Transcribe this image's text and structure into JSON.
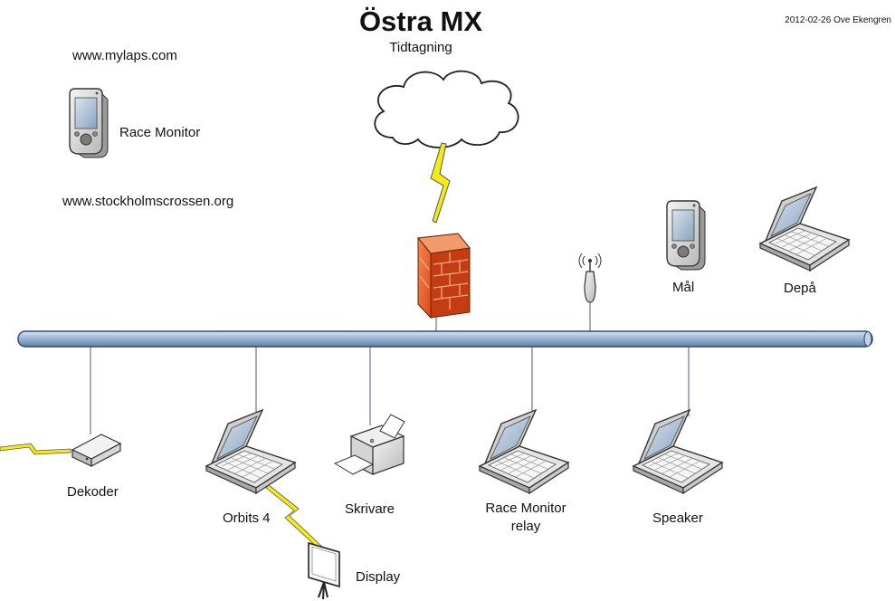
{
  "title": "Östra MX",
  "subtitle": "Tidtagning",
  "credit": "2012-02-26 Ove  Ekengren",
  "links": {
    "mylaps": "www.mylaps.com",
    "stockholmscrossen": "www.stockholmscrossen.org"
  },
  "nodes": {
    "race_monitor": "Race Monitor",
    "mal": "Mål",
    "depa": "Depå",
    "dekoder": "Dekoder",
    "orbits": "Orbits 4",
    "skrivare": "Skrivare",
    "relay_line1": "Race Monitor",
    "relay_line2": "relay",
    "speaker": "Speaker",
    "display": "Display"
  },
  "colors": {
    "bus": "#9db8d6",
    "firewall": "#e8582a",
    "lightning": "#f5ea14",
    "cloud_stroke": "#222222"
  }
}
